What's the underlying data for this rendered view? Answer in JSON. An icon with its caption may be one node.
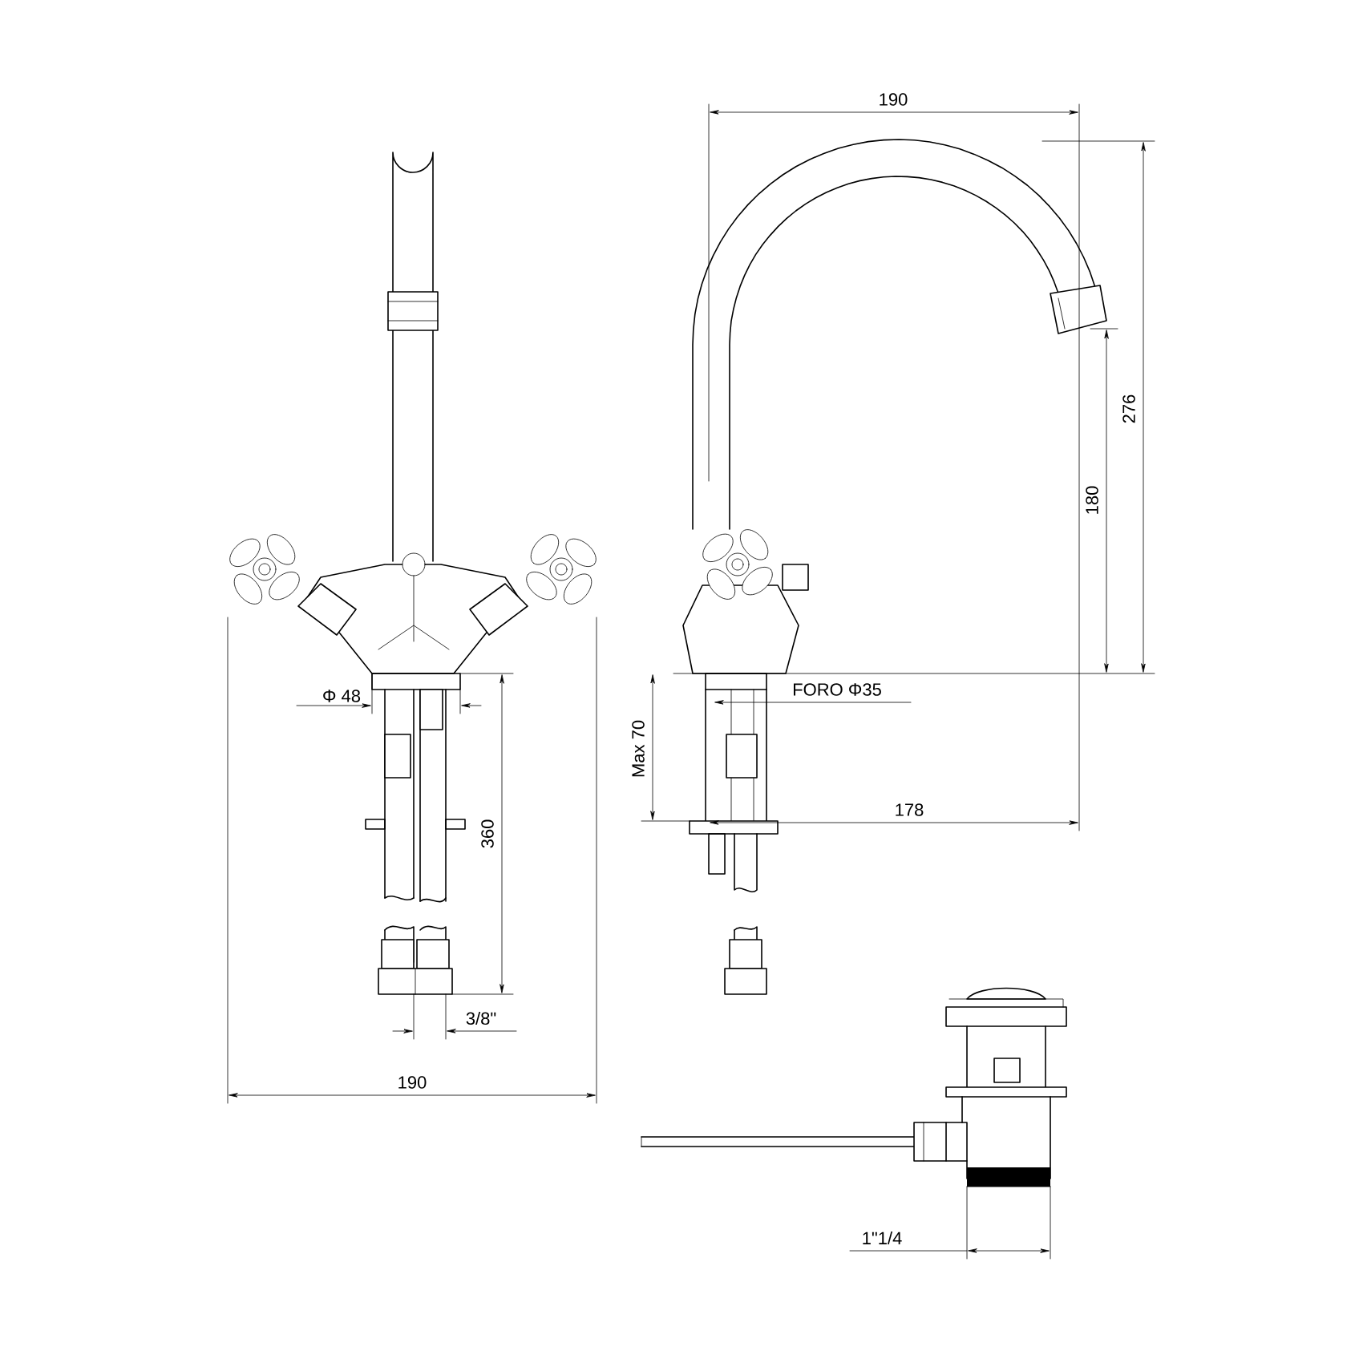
{
  "diagram": {
    "labels": [
      "190",
      "276",
      "180",
      "Φ 48",
      "FORO Φ35",
      "Max 70",
      "178",
      "360",
      "3/8\"",
      "190",
      "1\"1/4"
    ]
  }
}
